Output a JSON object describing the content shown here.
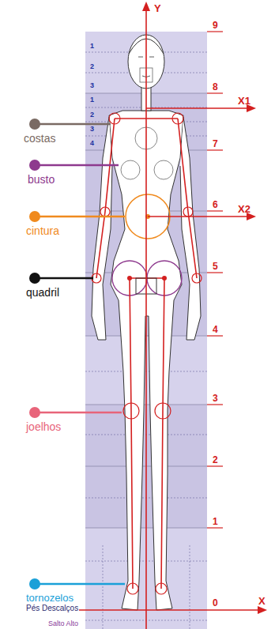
{
  "diagram": {
    "labels": [
      "Y",
      "9",
      "1",
      "2",
      "3",
      "8",
      "1",
      "X1",
      "2",
      "costas",
      "3",
      "7",
      "4",
      "busto",
      "cintura",
      "X2",
      "6",
      "quadril",
      "5",
      "4",
      "joelhos",
      "3",
      "2",
      "1",
      "tornozelos",
      "Pés Descalços",
      "0",
      "X",
      "Salto Alto"
    ]
  }
}
